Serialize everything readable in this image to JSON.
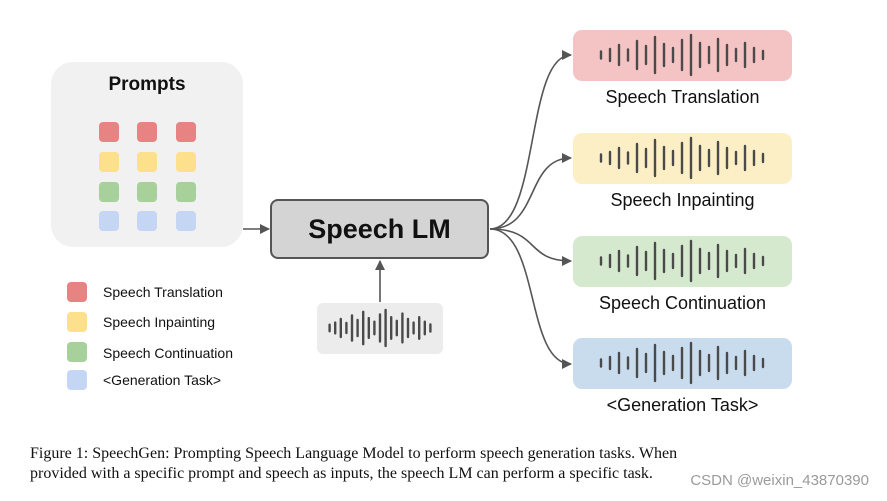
{
  "prompts": {
    "title": "Prompts",
    "rows": [
      "speech_translation",
      "speech_inpainting",
      "speech_continuation",
      "generation_task"
    ]
  },
  "speech_lm": {
    "label": "Speech LM"
  },
  "outputs": [
    {
      "key": "speech_translation",
      "label": "Speech Translation"
    },
    {
      "key": "speech_inpainting",
      "label": "Speech Inpainting"
    },
    {
      "key": "speech_continuation",
      "label": "Speech Continuation"
    },
    {
      "key": "generation_task",
      "label": "<Generation Task>"
    }
  ],
  "legend": [
    {
      "key": "speech_translation",
      "label": "Speech Translation"
    },
    {
      "key": "speech_inpainting",
      "label": "Speech Inpainting"
    },
    {
      "key": "speech_continuation",
      "label": "Speech Continuation"
    },
    {
      "key": "generation_task",
      "label": "<Generation Task>"
    }
  ],
  "colors": {
    "speech_translation": {
      "square": "#e88383",
      "box": "#f4c3c3"
    },
    "speech_inpainting": {
      "square": "#fde08c",
      "box": "#fdefc5"
    },
    "speech_continuation": {
      "square": "#a7d09a",
      "box": "#d5e9cf"
    },
    "generation_task": {
      "square": "#c5d6f5",
      "box": "#c9dcee"
    },
    "waveform": "#4a4a4a",
    "arrow": "#555555",
    "input_speech_box": "#ececec"
  },
  "icons": {
    "waveform": "waveform-icon",
    "arrow": "arrow-icon"
  },
  "caption": {
    "line1": "Figure 1: SpeechGen: Prompting Speech Language Model to perform speech generation tasks. When",
    "line2": "provided with a specific prompt and speech as inputs, the speech LM can perform a specific task."
  },
  "watermark": "CSDN @weixin_43870390"
}
